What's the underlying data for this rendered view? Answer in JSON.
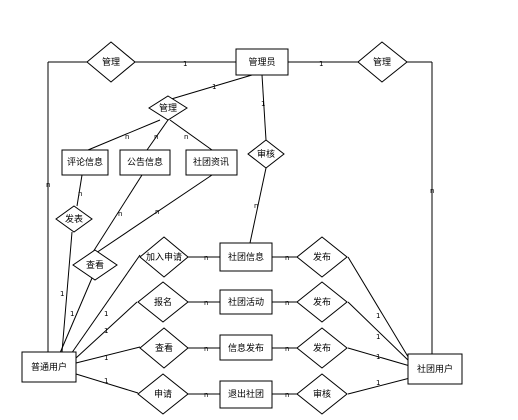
{
  "entities": {
    "admin": "管理员",
    "normal_user": "普通用户",
    "club_user": "社团用户",
    "comment_info": "评论信息",
    "notice_info": "公告信息",
    "club_news": "社团资讯",
    "club_info": "社团信息",
    "club_activity": "社团活动",
    "info_publish": "信息发布",
    "quit_club": "退出社团"
  },
  "relationships": {
    "manage_left": "管理",
    "manage_right": "管理",
    "manage_center": "管理",
    "review_top": "审核",
    "post": "发表",
    "view_left": "查看",
    "join_apply": "加入申请",
    "publish_1": "发布",
    "signup": "报名",
    "publish_2": "发布",
    "view_2": "查看",
    "publish_3": "发布",
    "apply": "申请",
    "review_bottom": "审核"
  },
  "cardinality": {
    "one": "1",
    "many": "n"
  }
}
